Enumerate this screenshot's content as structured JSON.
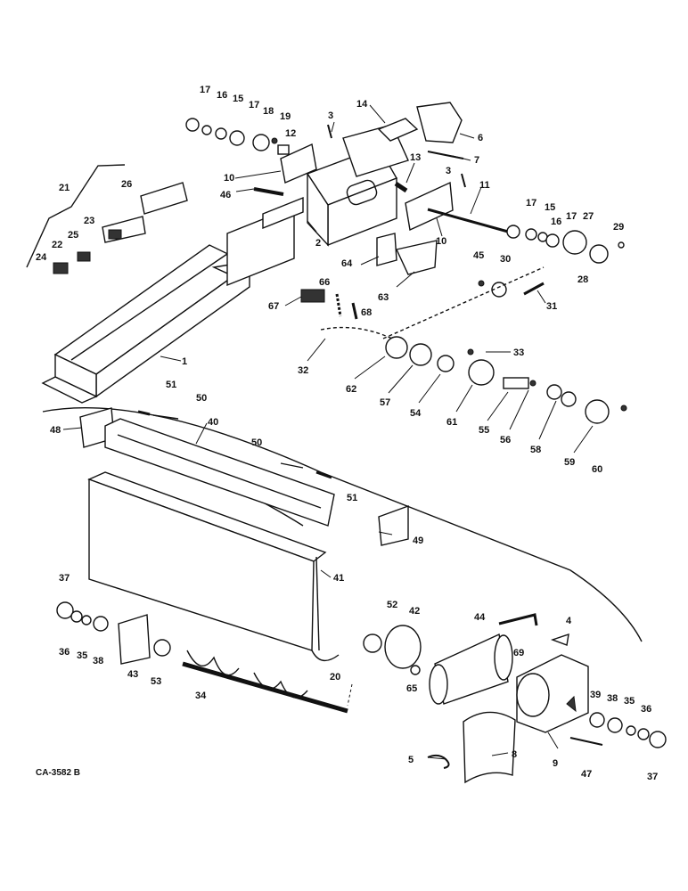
{
  "drawing_code": "CA-3582 B",
  "callouts": [
    {
      "label": "17"
    },
    {
      "label": "16"
    },
    {
      "label": "15"
    },
    {
      "label": "17"
    },
    {
      "label": "18"
    },
    {
      "label": "19"
    },
    {
      "label": "12"
    },
    {
      "label": "3"
    },
    {
      "label": "14"
    },
    {
      "label": "6"
    },
    {
      "label": "7"
    },
    {
      "label": "13"
    },
    {
      "label": "3"
    },
    {
      "label": "11"
    },
    {
      "label": "10"
    },
    {
      "label": "46"
    },
    {
      "label": "10"
    },
    {
      "label": "26"
    },
    {
      "label": "21"
    },
    {
      "label": "23"
    },
    {
      "label": "25"
    },
    {
      "label": "22"
    },
    {
      "label": "24"
    },
    {
      "label": "2"
    },
    {
      "label": "17"
    },
    {
      "label": "15"
    },
    {
      "label": "16"
    },
    {
      "label": "17"
    },
    {
      "label": "27"
    },
    {
      "label": "29"
    },
    {
      "label": "64"
    },
    {
      "label": "45"
    },
    {
      "label": "30"
    },
    {
      "label": "28"
    },
    {
      "label": "66"
    },
    {
      "label": "63"
    },
    {
      "label": "67"
    },
    {
      "label": "68"
    },
    {
      "label": "31"
    },
    {
      "label": "1"
    },
    {
      "label": "32"
    },
    {
      "label": "33"
    },
    {
      "label": "62"
    },
    {
      "label": "57"
    },
    {
      "label": "54"
    },
    {
      "label": "61"
    },
    {
      "label": "55"
    },
    {
      "label": "56"
    },
    {
      "label": "58"
    },
    {
      "label": "59"
    },
    {
      "label": "60"
    },
    {
      "label": "51"
    },
    {
      "label": "50"
    },
    {
      "label": "48"
    },
    {
      "label": "40"
    },
    {
      "label": "50"
    },
    {
      "label": "51"
    },
    {
      "label": "49"
    },
    {
      "label": "41"
    },
    {
      "label": "37"
    },
    {
      "label": "36"
    },
    {
      "label": "35"
    },
    {
      "label": "38"
    },
    {
      "label": "43"
    },
    {
      "label": "53"
    },
    {
      "label": "34"
    },
    {
      "label": "52"
    },
    {
      "label": "42"
    },
    {
      "label": "44"
    },
    {
      "label": "4"
    },
    {
      "label": "69"
    },
    {
      "label": "20"
    },
    {
      "label": "65"
    },
    {
      "label": "39"
    },
    {
      "label": "38"
    },
    {
      "label": "35"
    },
    {
      "label": "36"
    },
    {
      "label": "5"
    },
    {
      "label": "8"
    },
    {
      "label": "9"
    },
    {
      "label": "47"
    },
    {
      "label": "37"
    }
  ]
}
